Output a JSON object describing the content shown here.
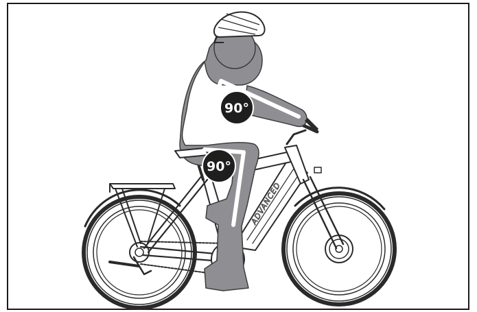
{
  "figure": {
    "hip_angle_label": "90°",
    "knee_angle_label": "90°",
    "frame_brand": "ADVANCED"
  },
  "colors": {
    "frame_border": "#1a1a1a",
    "rider_fill": "#8f8f93",
    "rider_outline": "#3c3c3c",
    "angle_line": "#ffffff",
    "badge_fill": "#1e1e1e",
    "bike_line": "#2a2a2a",
    "bike_fill": "#ffffff"
  }
}
